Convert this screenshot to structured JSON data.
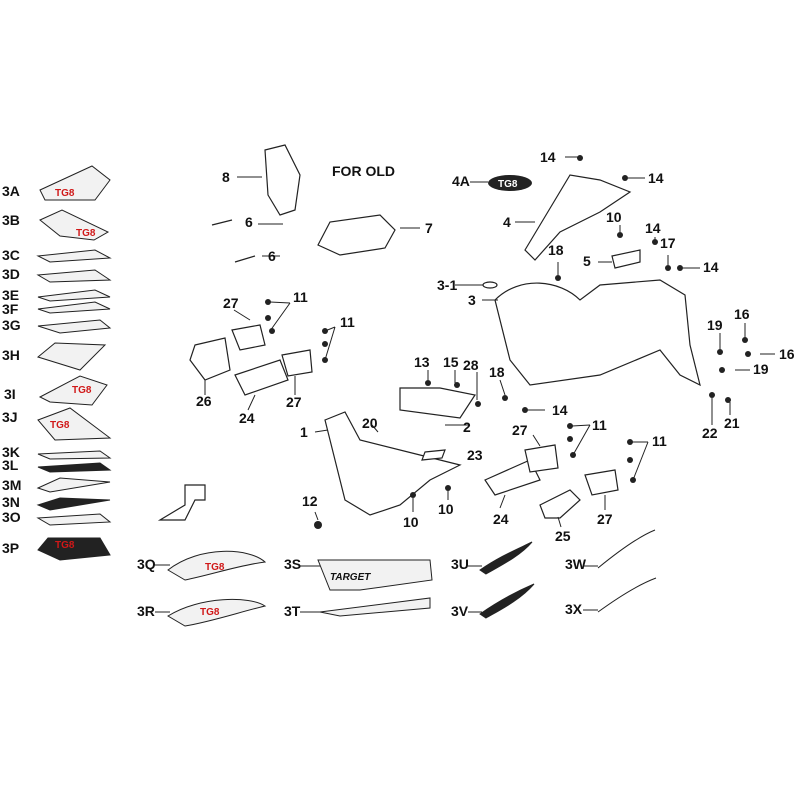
{
  "title_note": "FOR OLD",
  "decal_logo": "TG8",
  "decal_brand": "TARGET",
  "left_decals": [
    "3A",
    "3B",
    "3C",
    "3D",
    "3E",
    "3F",
    "3G",
    "3H",
    "3I",
    "3J",
    "3K",
    "3L",
    "3M",
    "3N",
    "3O",
    "3P"
  ],
  "bottom_decals": [
    "3Q",
    "3R",
    "3S",
    "3T",
    "3U",
    "3V",
    "3W",
    "3X"
  ],
  "emblem": "4A",
  "callouts": [
    "8",
    "6",
    "6",
    "7",
    "14",
    "14",
    "4",
    "10",
    "14",
    "17",
    "5",
    "14",
    "18",
    "3-1",
    "3",
    "27",
    "11",
    "11",
    "26",
    "24",
    "27",
    "13",
    "15",
    "28",
    "18",
    "14",
    "19",
    "16",
    "16",
    "19",
    "1",
    "20",
    "2",
    "27",
    "11",
    "11",
    "23",
    "22",
    "21",
    "12",
    "10",
    "10",
    "24",
    "25",
    "27"
  ]
}
